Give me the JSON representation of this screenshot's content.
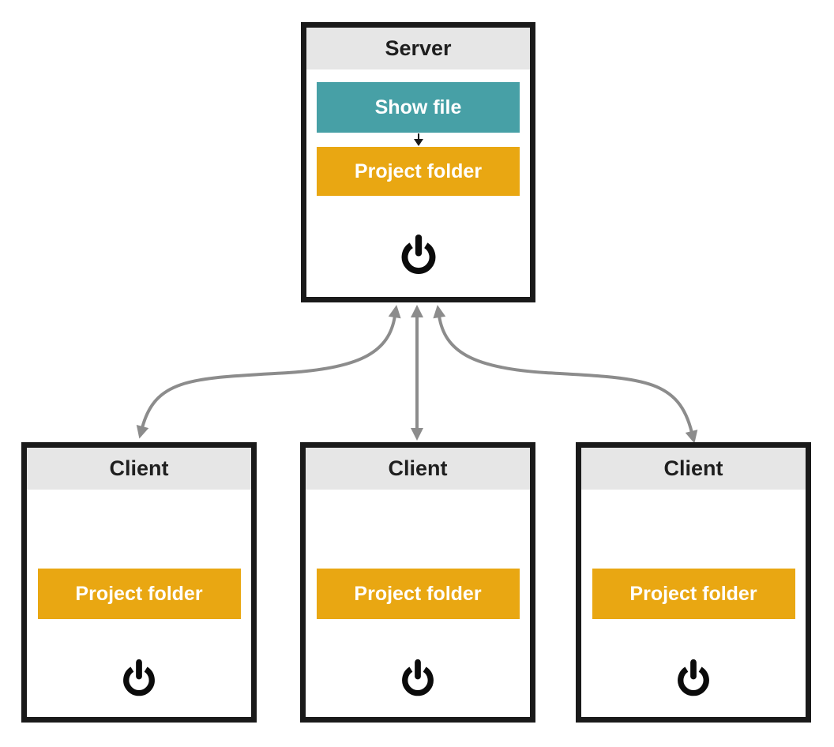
{
  "diagram": {
    "server": {
      "title": "Server",
      "show_file_label": "Show file",
      "project_folder_label": "Project folder"
    },
    "clients": [
      {
        "title": "Client",
        "project_folder_label": "Project folder"
      },
      {
        "title": "Client",
        "project_folder_label": "Project folder"
      },
      {
        "title": "Client",
        "project_folder_label": "Project folder"
      }
    ],
    "icons": {
      "power": "power-icon",
      "flow_arrow": "down-arrow-icon",
      "connector": "double-headed-arrow"
    },
    "colors": {
      "box_border": "#1a1a1a",
      "header_bg": "#e6e6e6",
      "show_file_bg": "#47a0a6",
      "project_folder_bg": "#e9a712",
      "connector": "#8c8c8c",
      "title_text": "#1f1f1f",
      "button_text": "#ffffff",
      "flow_arrow": "#1a1a1a"
    }
  }
}
